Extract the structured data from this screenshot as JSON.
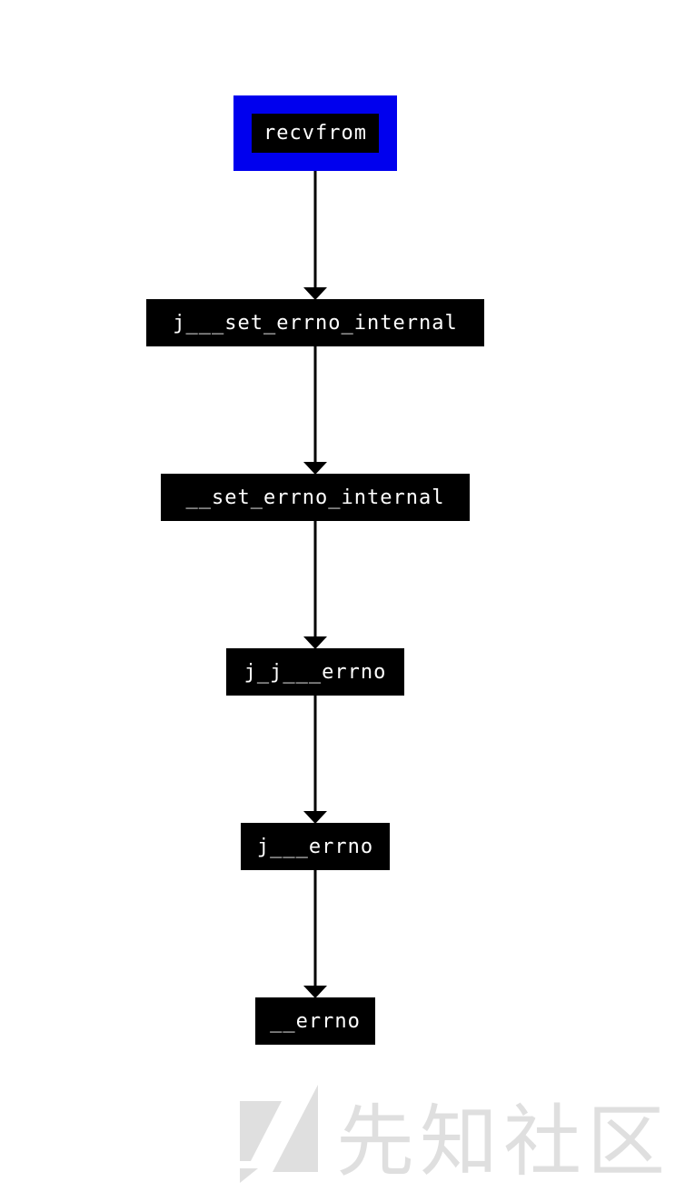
{
  "diagram": {
    "type": "call-graph",
    "root_highlight_color": "#0000ee",
    "node_color": "#000000",
    "text_color": "#ffffff",
    "edge_color": "#000000",
    "nodes": [
      {
        "id": "n0",
        "label": "recvfrom",
        "highlighted": true
      },
      {
        "id": "n1",
        "label": "j___set_errno_internal",
        "highlighted": false
      },
      {
        "id": "n2",
        "label": "__set_errno_internal",
        "highlighted": false
      },
      {
        "id": "n3",
        "label": "j_j___errno",
        "highlighted": false
      },
      {
        "id": "n4",
        "label": "j___errno",
        "highlighted": false
      },
      {
        "id": "n5",
        "label": "__errno",
        "highlighted": false
      }
    ],
    "edges": [
      {
        "from": "n0",
        "to": "n1"
      },
      {
        "from": "n1",
        "to": "n2"
      },
      {
        "from": "n2",
        "to": "n3"
      },
      {
        "from": "n3",
        "to": "n4"
      },
      {
        "from": "n4",
        "to": "n5"
      }
    ]
  },
  "watermark": {
    "text": "先知社区",
    "icon": "xianzhi-logo-icon"
  }
}
